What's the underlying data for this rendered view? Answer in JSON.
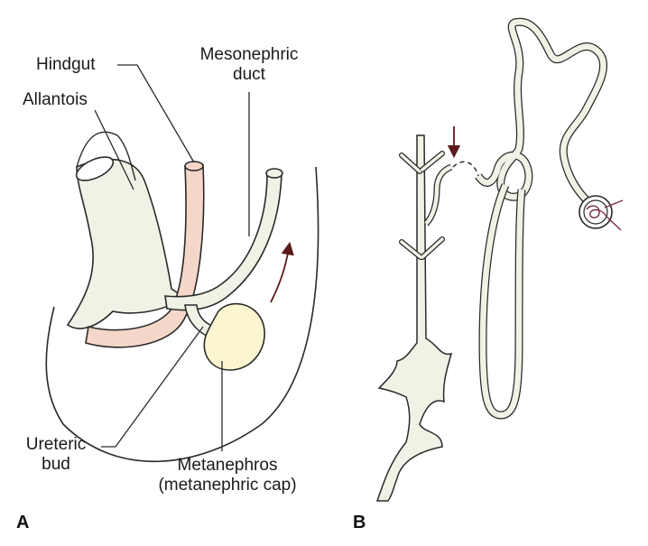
{
  "panels": {
    "a": "A",
    "b": "B"
  },
  "labels": {
    "hindgut": "Hindgut",
    "mesonephric_duct": [
      "Mesonephric",
      "duct"
    ],
    "allantois": "Allantois",
    "ureteric_bud": [
      "Ureteric",
      "bud"
    ],
    "metanephros": [
      "Metanephros",
      "(metanephric cap)"
    ]
  },
  "colors": {
    "outline": "#2a2a2a",
    "tube_fill": "#eef3e6",
    "hindgut_fill": "#f4d7c9",
    "metanephros_fill": "#fbf6cf",
    "arrow": "#5a1a1a"
  }
}
